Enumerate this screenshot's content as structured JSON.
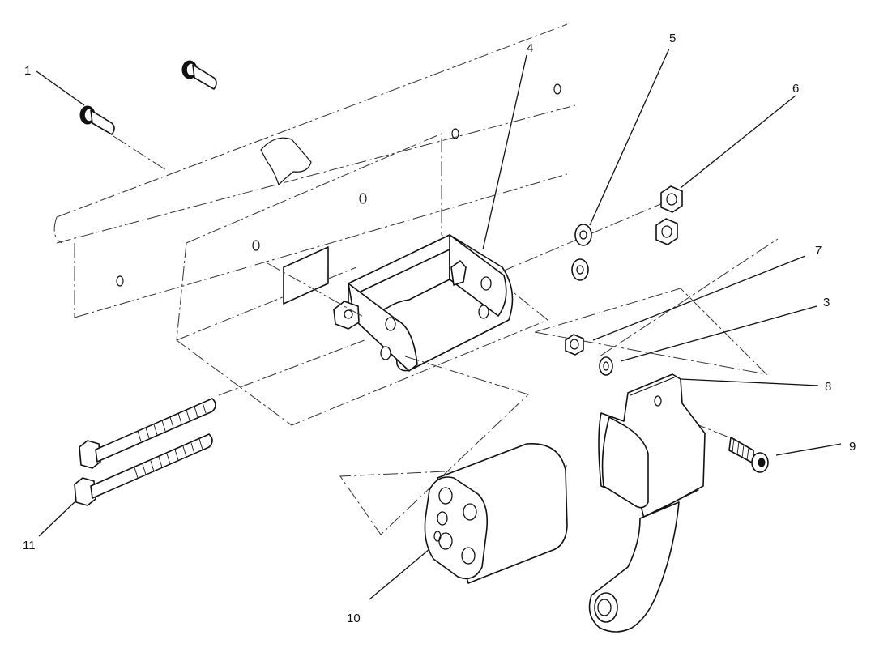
{
  "diagram": {
    "callouts": [
      {
        "id": "c1",
        "label": "1"
      },
      {
        "id": "c3",
        "label": "3"
      },
      {
        "id": "c4",
        "label": "4"
      },
      {
        "id": "c5",
        "label": "5"
      },
      {
        "id": "c6",
        "label": "6"
      },
      {
        "id": "c7",
        "label": "7"
      },
      {
        "id": "c8",
        "label": "8"
      },
      {
        "id": "c9",
        "label": "9"
      },
      {
        "id": "c10",
        "label": "10"
      },
      {
        "id": "c11",
        "label": "11"
      }
    ]
  }
}
